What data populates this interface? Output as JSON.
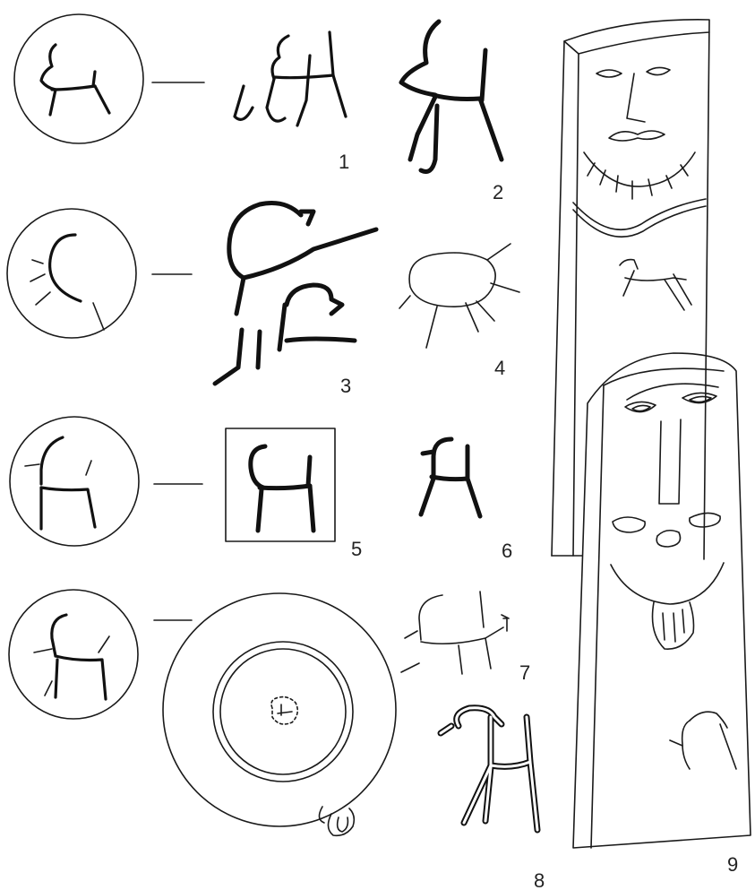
{
  "figure": {
    "labels": {
      "n1": "1",
      "n2": "2",
      "n3": "3",
      "n4": "4",
      "n5": "5",
      "n6": "6",
      "n7": "7",
      "n8": "8",
      "n9": "9"
    }
  }
}
